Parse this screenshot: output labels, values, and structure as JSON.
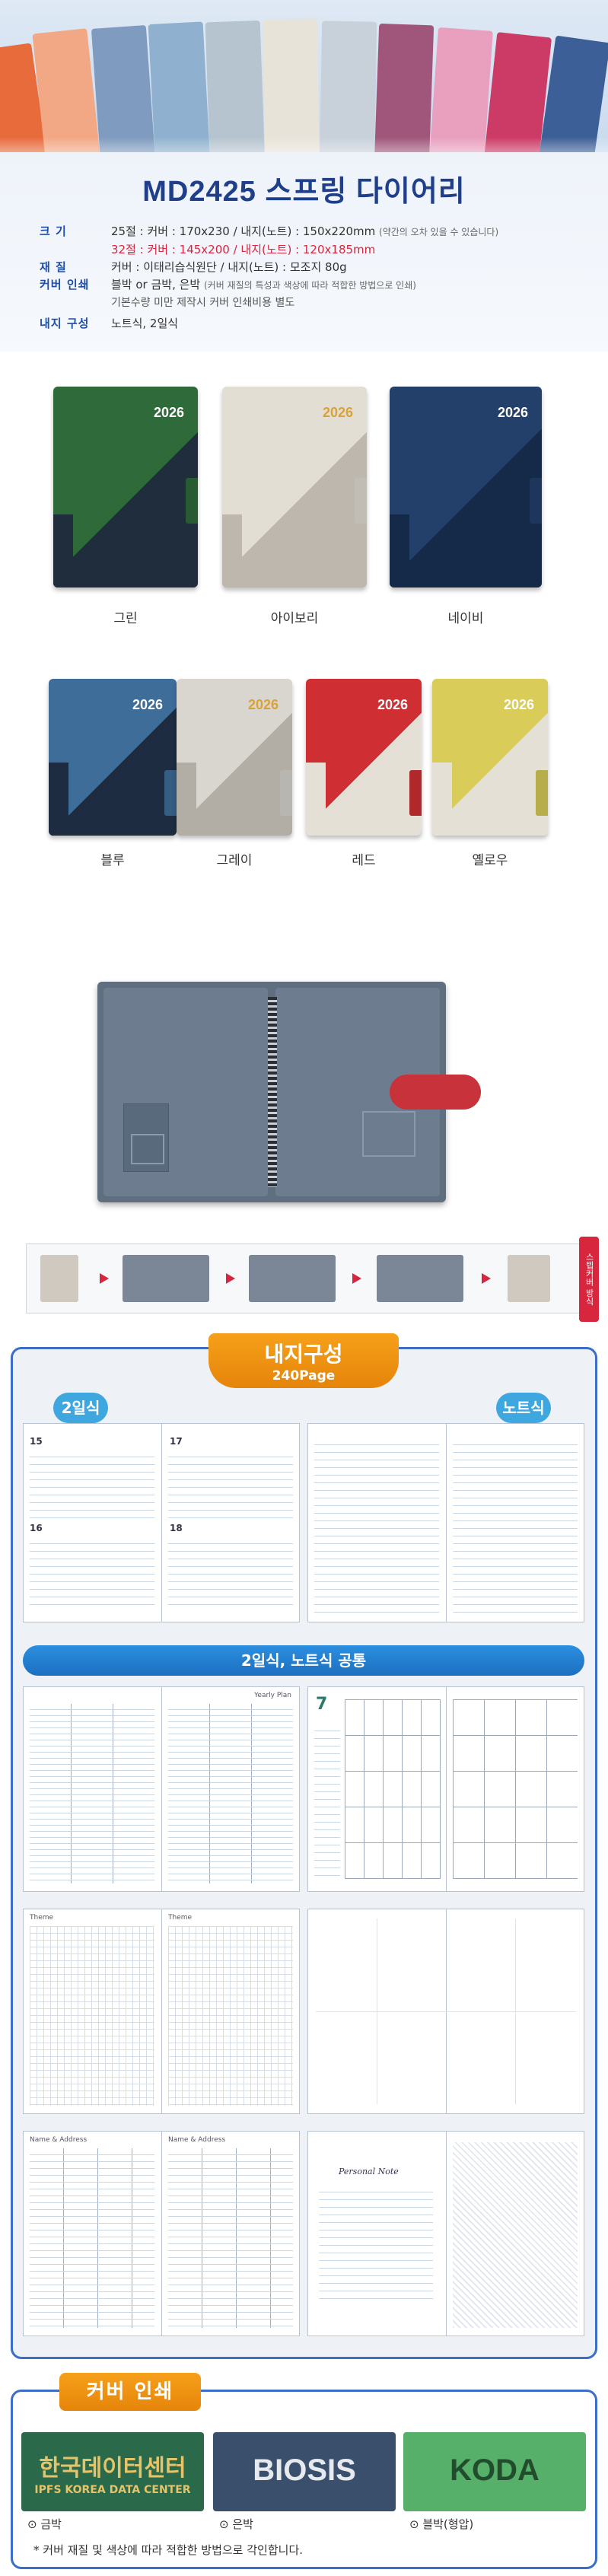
{
  "hero": {
    "books": [
      {
        "color": "#e86b3c"
      },
      {
        "color": "#f2a884"
      },
      {
        "color": "#7f9cc0"
      },
      {
        "color": "#8fb1cf"
      },
      {
        "color": "#b6c4cf"
      },
      {
        "color": "#e8e3d9"
      },
      {
        "color": "#c8d0d9"
      },
      {
        "color": "#a0567a"
      },
      {
        "color": "#e8a0be"
      },
      {
        "color": "#cc3a66"
      },
      {
        "color": "#3c5f97"
      }
    ]
  },
  "info": {
    "title": "MD2425 스프링 다이어리",
    "size_key": "크    기",
    "size_25": "25절 : 커버 : 170x230 / 내지(노트) : 150x220mm",
    "size_25_note": "(약간의 오차 있을 수 있습니다)",
    "size_32": "32절 : 커버 : 145x200 / 내지(노트) : 120x185mm",
    "material_key": "재    질",
    "material_val": "커버 : 이태리습식원단 / 내지(노트) : 모조지 80g",
    "print_key": "커버 인쇄",
    "print_val": "블박 or 금박, 은박",
    "print_val_note": "(커버 재질의 특성과 색상에 따라 적합한 방법으로 인쇄)",
    "print_sub": "기본수량 미만 제작시 커버 인쇄비용 별도",
    "inner_key": "내지 구성",
    "inner_val": "노트식, 2일식"
  },
  "colors": [
    {
      "name": "그린",
      "year": "2026",
      "base": "#2f6b3a",
      "accent": "#1f2d3d"
    },
    {
      "name": "아이보리",
      "year": "2026",
      "base": "#e3ded4",
      "accent": "#bdb7ad"
    },
    {
      "name": "네이비",
      "year": "2026",
      "base": "#23406b",
      "accent": "#152a48"
    },
    {
      "name": "블루",
      "year": "2026",
      "base": "#3f6d99",
      "accent": "#1d2c40"
    },
    {
      "name": "그레이",
      "year": "2026",
      "base": "#d9d6d0",
      "accent": "#b2aea6"
    },
    {
      "name": "레드",
      "year": "2026",
      "base": "#cf2f33",
      "accent": "#e5e0d6"
    },
    {
      "name": "옐로우",
      "year": "2026",
      "base": "#d9cc58",
      "accent": "#e5e0d6"
    }
  ],
  "steps": {
    "tag": "스텝커버 방식"
  },
  "inner": {
    "title": "내지구성",
    "pages": "240Page",
    "bubble_left": "2일식",
    "bubble_right": "노트식",
    "common": "2일식, 노트식 공통",
    "day_a": "15",
    "day_b": "16",
    "day_c": "17",
    "day_d": "18",
    "month": "7",
    "plan_title": "Yearly Plan",
    "theme": "Theme",
    "name_address": "Name & Address",
    "personal": "Personal Note"
  },
  "print": {
    "title": "커버 인쇄",
    "items": [
      {
        "label": "금박",
        "line1": "한국데이터센터",
        "line2": "IPFS KOREA DATA CENTER",
        "bg": "#2a6a4a",
        "fg": "#e4c36a"
      },
      {
        "label": "은박",
        "line1": "BIOSIS",
        "line2": "",
        "bg": "#3a4f6b",
        "fg": "#e6e9ee"
      },
      {
        "label": "블박(형압)",
        "line1": "KODA",
        "line2": "",
        "bg": "#56b06a",
        "fg": "#224d2d"
      }
    ],
    "note": "* 커버 재질 및 색상에 따라 적합한 방법으로 각인합니다."
  }
}
